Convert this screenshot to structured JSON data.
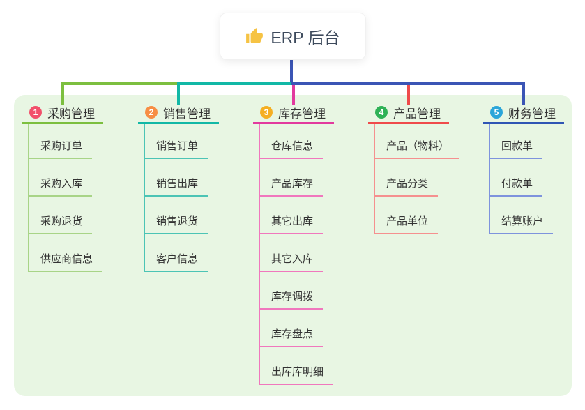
{
  "root": {
    "label": "ERP 后台",
    "icon": "thumbs-up-icon"
  },
  "colors": {
    "panel_background": "#e8f6e3",
    "root_connector": "#3b55b5",
    "branch_1_line": "#7cbf3f",
    "branch_1_line_light": "#a8d487",
    "branch_1_badge": "#f2506b",
    "branch_2_line": "#12b8a6",
    "branch_2_line_light": "#4cc4b5",
    "branch_2_badge": "#f78e44",
    "branch_3_line": "#e23a9e",
    "branch_3_line_light": "#f077bd",
    "branch_3_badge": "#f5af23",
    "branch_4_line": "#ef4b4b",
    "branch_4_line_light": "#f5908f",
    "branch_4_badge": "#2fb257",
    "branch_5_line": "#2f55b4",
    "branch_5_line_light": "#7e93dd",
    "branch_5_badge": "#2ba6d9"
  },
  "branches": [
    {
      "index": "1",
      "title": "采购管理",
      "children": [
        "采购订单",
        "采购入库",
        "采购退货",
        "供应商信息"
      ]
    },
    {
      "index": "2",
      "title": "销售管理",
      "children": [
        "销售订单",
        "销售出库",
        "销售退货",
        "客户信息"
      ]
    },
    {
      "index": "3",
      "title": "库存管理",
      "children": [
        "仓库信息",
        "产品库存",
        "其它出库",
        "其它入库",
        "库存调拨",
        "库存盘点",
        "出库库明细"
      ]
    },
    {
      "index": "4",
      "title": "产品管理",
      "children": [
        "产品（物料）",
        "产品分类",
        "产品单位"
      ]
    },
    {
      "index": "5",
      "title": "财务管理",
      "children": [
        "回款单",
        "付款单",
        "结算账户"
      ]
    }
  ]
}
